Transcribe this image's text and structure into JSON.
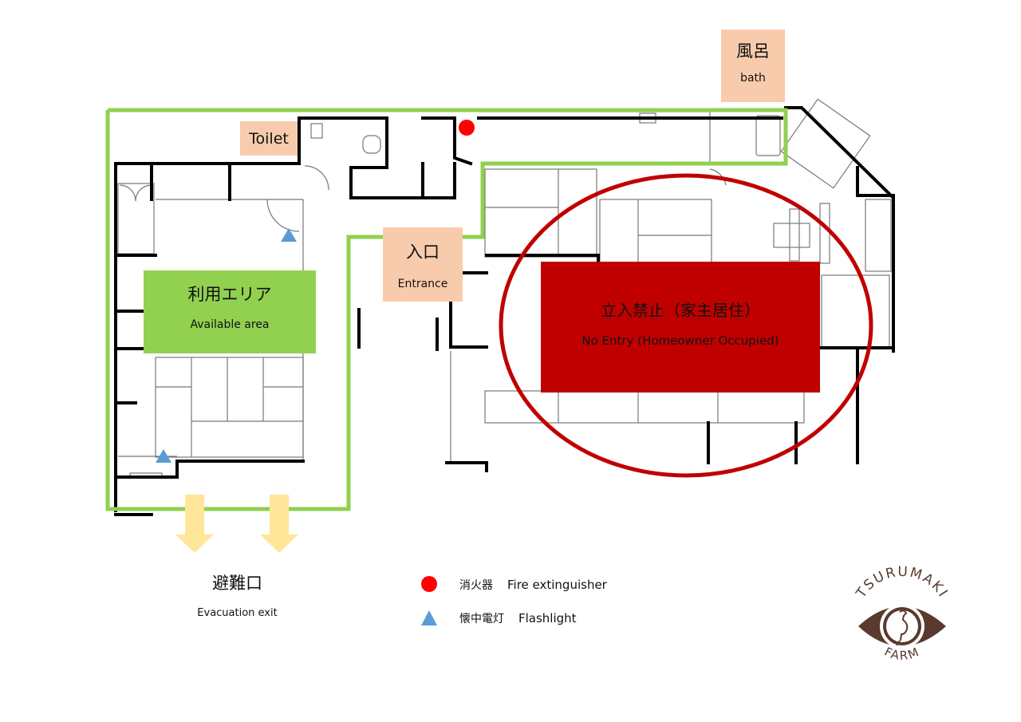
{
  "labels": {
    "bath": {
      "ja": "風呂",
      "en": "bath"
    },
    "toilet": {
      "en": "Toilet"
    },
    "entrance": {
      "ja": "入口",
      "en": "Entrance"
    },
    "available": {
      "ja": "利用エリア",
      "en": "Available area"
    },
    "no_entry": {
      "ja": "立入禁止（家主居住）",
      "en": "No Entry (Homeowner Occupied)"
    },
    "exit": {
      "ja": "避難口",
      "en": "Evacuation exit"
    }
  },
  "legend": [
    {
      "icon": "fire-extinguisher-icon",
      "ja": "消火器",
      "en": "Fire extinguisher"
    },
    {
      "icon": "flashlight-icon",
      "ja": "懐中電灯",
      "en": "Flashlight"
    }
  ],
  "logo": {
    "top_text": "TSURUMAKI",
    "bottom_text": "FARM"
  },
  "colors": {
    "available": "#92d050",
    "no_entry": "#c00000",
    "peach": "#f8cbad",
    "exit_arrow": "#ffe699",
    "extinguisher": "#ff0000",
    "flashlight": "#5b9bd5",
    "logo": "#5a3a2e"
  }
}
